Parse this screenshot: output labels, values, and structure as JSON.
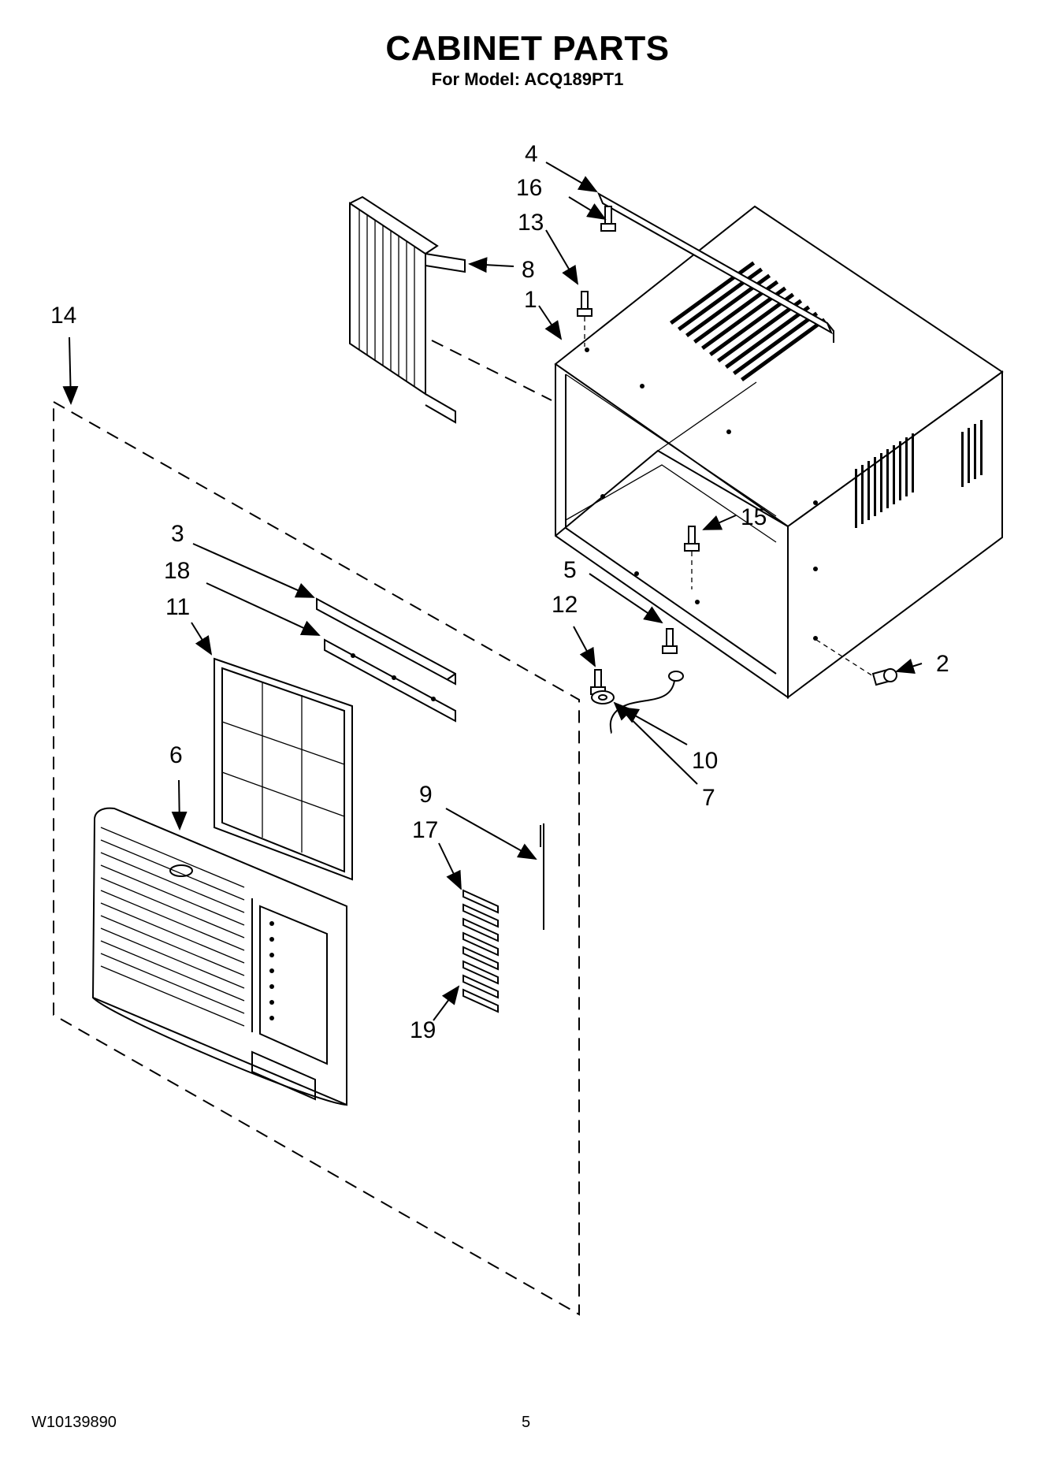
{
  "page": {
    "title": "CABINET PARTS",
    "subtitle": "For Model: ACQ189PT1",
    "doc_number": "W10139890",
    "page_number": "5"
  },
  "callouts": [
    "1",
    "2",
    "3",
    "4",
    "5",
    "6",
    "7",
    "8",
    "9",
    "10",
    "11",
    "12",
    "13",
    "14",
    "15",
    "16",
    "17",
    "18",
    "19"
  ]
}
